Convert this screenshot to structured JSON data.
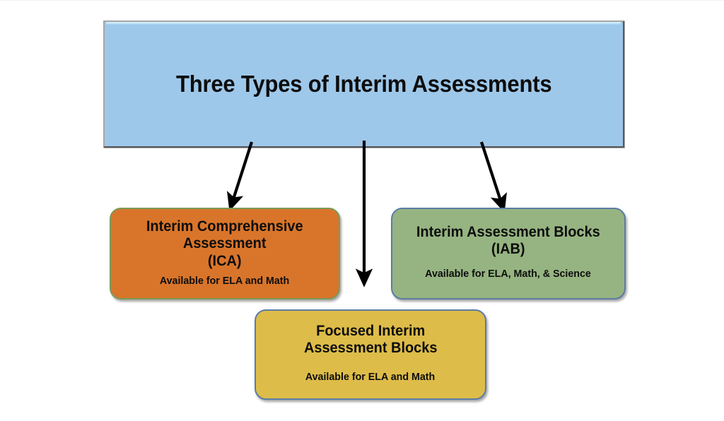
{
  "diagram": {
    "title": "Three Types of Interim Assessments",
    "nodes": [
      {
        "id": "ica",
        "headline_line1": "Interim Comprehensive",
        "headline_line2": "Assessment",
        "headline_line3": "(ICA)",
        "subline": "Available for ELA and Math",
        "color": "#D9752A"
      },
      {
        "id": "iab",
        "headline_line1": "Interim Assessment Blocks",
        "headline_line2": "(IAB)",
        "subline": "Available for ELA, Math, & Science",
        "color": "#96B481"
      },
      {
        "id": "focused-iab",
        "headline_line1": "Focused Interim",
        "headline_line2": "Assessment Blocks",
        "subline": "Available for ELA and Math",
        "color": "#DDBC49"
      }
    ],
    "title_box_color": "#9EC8EA",
    "arrow_color": "#000000",
    "background_color": "#FFFFFF"
  }
}
